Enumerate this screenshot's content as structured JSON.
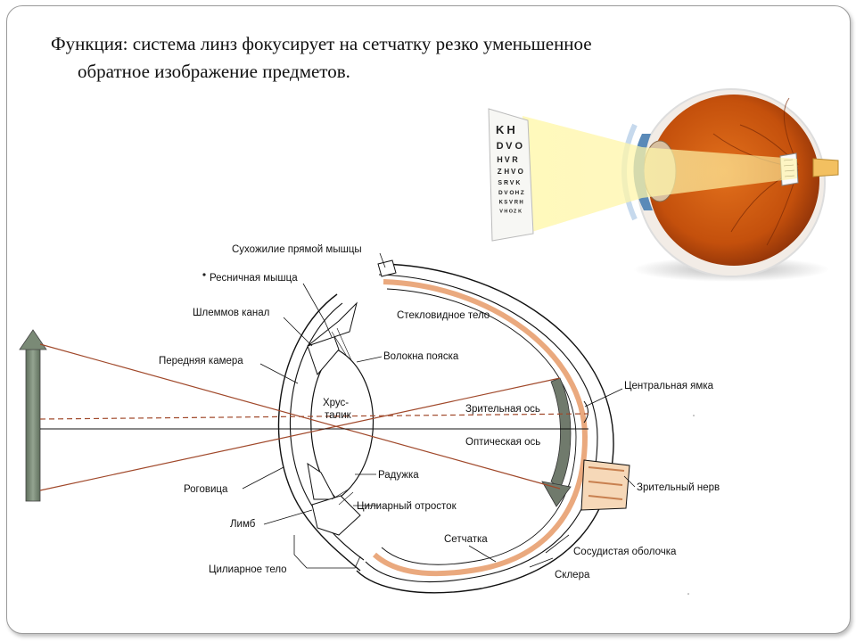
{
  "title": {
    "line1": "Функция: система линз фокусирует на сетчатку резко уменьшенное",
    "line2": "обратное изображение предметов."
  },
  "labels": {
    "tendon": "Сухожилие прямой мышцы",
    "ciliary_muscle": "Ресничная мышца",
    "schlemm": "Шлеммов канал",
    "anterior_chamber": "Передняя камера",
    "cornea": "Роговица",
    "limbus": "Лимб",
    "ciliary_body": "Цилиарное тело",
    "vitreous": "Стекловидное тело",
    "zonule": "Волокна пояска",
    "lens_1": "Хрус-",
    "lens_2": "талик",
    "iris": "Радужка",
    "ciliary_process": "Цилиарный отросток",
    "retina": "Сетчатка",
    "choroid": "Сосудистая оболочка",
    "sclera": "Склера",
    "fovea": "Центральная ямка",
    "visual_axis": "Зрительная ось",
    "optical_axis": "Оптическая ось",
    "optic_nerve": "Зрительный нерв"
  },
  "eye_chart_letters": [
    [
      "K",
      "H"
    ],
    [
      "D",
      "V",
      "O"
    ],
    [
      "H",
      "V",
      "R"
    ],
    [
      "Z",
      "H",
      "V",
      "O"
    ],
    [
      "S",
      "R",
      "V",
      "K"
    ],
    [
      "D",
      "V",
      "O",
      "H",
      "Z"
    ],
    [
      "K",
      "S",
      "V",
      "R",
      "H"
    ],
    [
      "V",
      "H",
      "O",
      "Z",
      "K"
    ]
  ],
  "colors": {
    "ray": "#a0482a",
    "arrow": "#6a7a68",
    "retina_band": "#e8a070",
    "eyeball": "#c8520e"
  }
}
